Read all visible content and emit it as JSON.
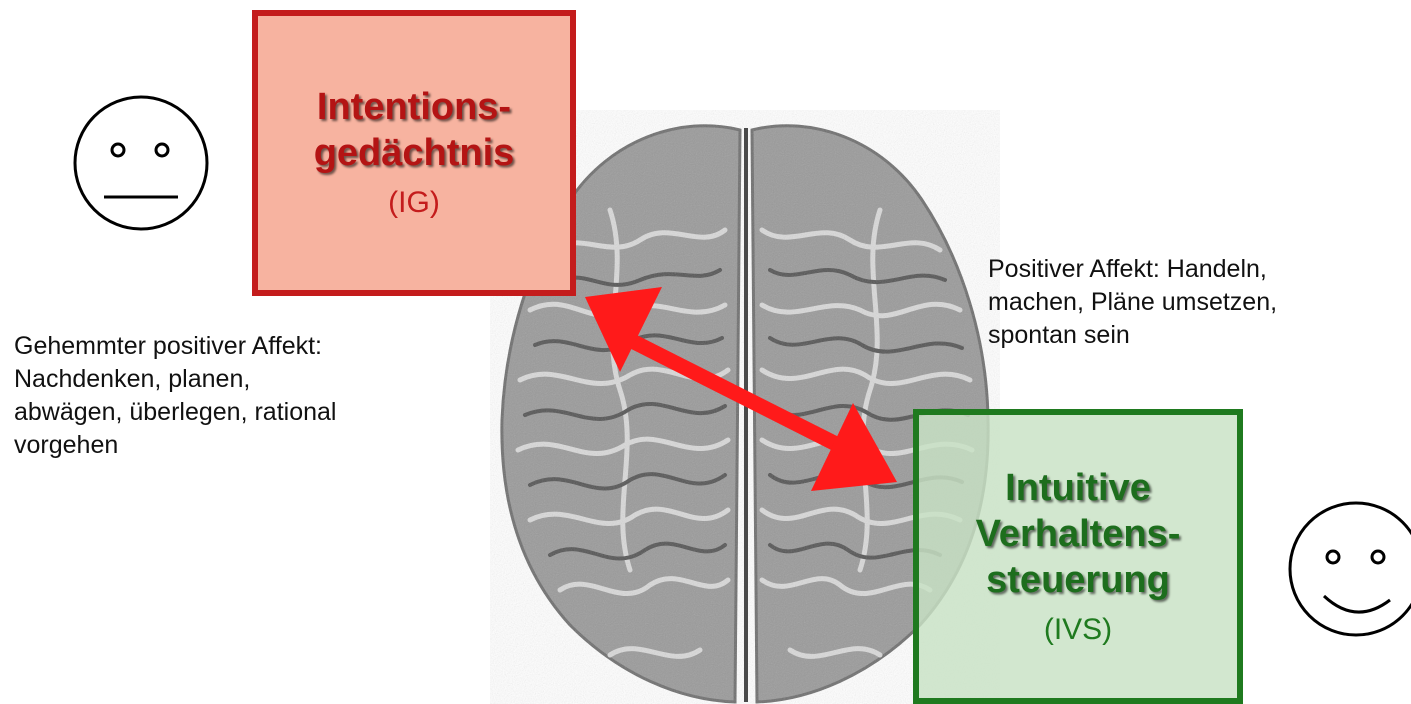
{
  "ig_box": {
    "title": "Intentions-\ngedächtnis",
    "abbr": "(IG)"
  },
  "ivs_box": {
    "title": "Intuitive\nVerhaltens-\nsteuerung",
    "abbr": "(IVS)"
  },
  "left_text": "Gehemmter positiver Affekt:\nNachdenken, planen,\nabwägen, überlegen, rational\nvorgehen",
  "right_text": "Positiver Affekt: Handeln,\nmachen, Pläne umsetzen,\nspontan sein",
  "colors": {
    "ig_fill": "#f7b3a0",
    "ig_border": "#c41c1c",
    "ivs_fill": "#c8e2c4",
    "ivs_border": "#1f7a1f",
    "arrow": "#ff1a1a"
  },
  "icons": {
    "left_face": "neutral-face-icon",
    "right_face": "smiling-face-icon",
    "center_image": "brain-illustration"
  }
}
